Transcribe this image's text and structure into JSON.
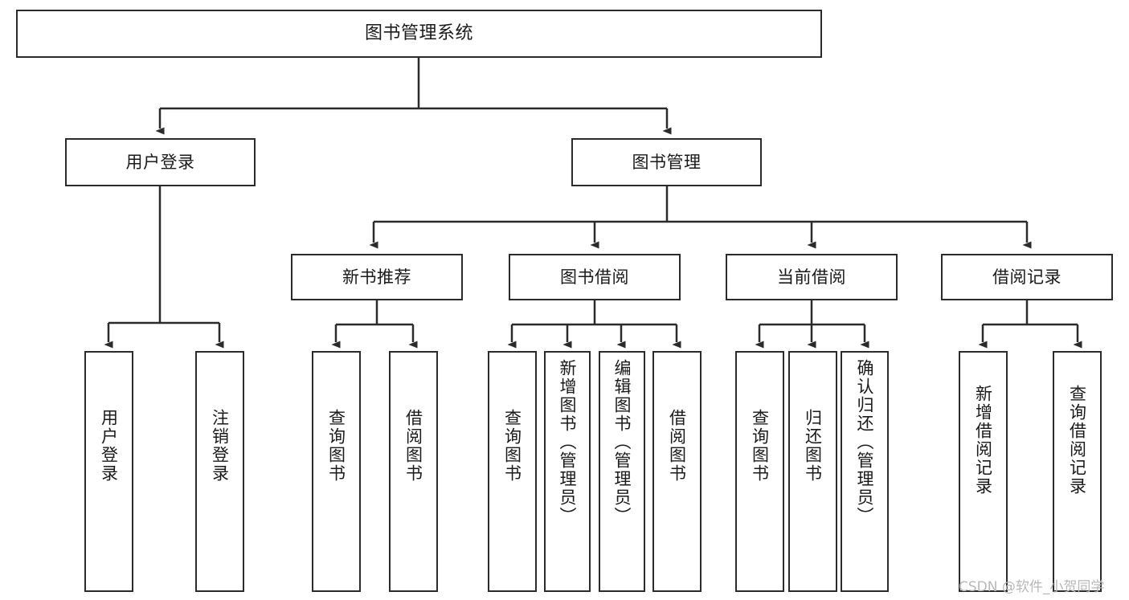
{
  "diagram": {
    "type": "tree",
    "title": "图书管理系统",
    "orientation": "top-down",
    "colors": {
      "box_border": "#2b2b2b",
      "box_fill": "#ffffff",
      "edge": "#2b2b2b",
      "text": "#1a1a1a",
      "watermark": "#b8b8b8",
      "background": "#ffffff"
    },
    "levels": 4
  },
  "root": {
    "label": "图书管理系统"
  },
  "level2": [
    {
      "label": "用户登录"
    },
    {
      "label": "图书管理"
    }
  ],
  "level3": [
    {
      "label": "新书推荐"
    },
    {
      "label": "图书借阅"
    },
    {
      "label": "当前借阅"
    },
    {
      "label": "借阅记录"
    }
  ],
  "leaves": {
    "user_login": [
      {
        "label": "用户登录"
      },
      {
        "label": "注销登录"
      }
    ],
    "new_book_recommend": [
      {
        "label": "查询图书"
      },
      {
        "label": "借阅图书"
      }
    ],
    "book_borrow": [
      {
        "label": "查询图书"
      },
      {
        "label": "新增图书（管理员）"
      },
      {
        "label": "编辑图书（管理员）"
      },
      {
        "label": "借阅图书"
      }
    ],
    "current_borrow": [
      {
        "label": "查询图书"
      },
      {
        "label": "归还图书"
      },
      {
        "label": "确认归还（管理员）"
      }
    ],
    "borrow_record": [
      {
        "label": "新增借阅记录"
      },
      {
        "label": "查询借阅记录"
      }
    ]
  },
  "watermark": {
    "text": "CSDN @软件_小贺同学"
  }
}
